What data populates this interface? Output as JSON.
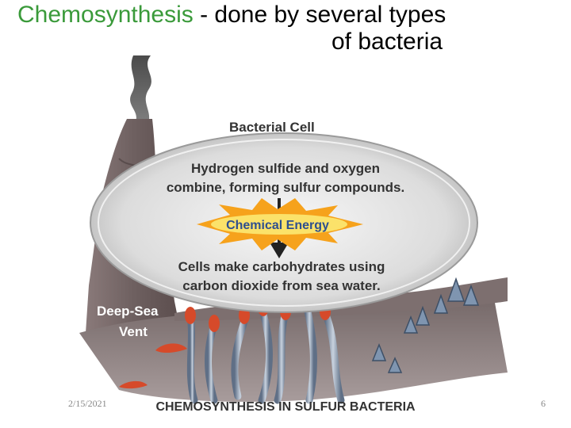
{
  "slide": {
    "title_highlight": "Chemosynthesis",
    "title_rest_line1": " - done by several types",
    "title_line2": "of bacteria",
    "date": "2/15/2021",
    "page_number": "6"
  },
  "diagram": {
    "heading": "Bacterial Cell",
    "top_text_line1": "Hydrogen sulfide and oxygen",
    "top_text_line2": "combine, forming sulfur compounds.",
    "energy_label": "Chemical Energy",
    "bottom_text_line1": "Cells make carbohydrates using",
    "bottom_text_line2": "carbon dioxide from sea water.",
    "vent_label_line1": "Deep-Sea",
    "vent_label_line2": "Vent",
    "caption": "CHEMOSYNTHESIS IN SULFUR BACTERIA"
  },
  "colors": {
    "title_highlight": "#3a9a3a",
    "energy_star": "#f6a21c",
    "energy_text": "#2e4f8f",
    "label_text": "#333333",
    "tube_worm_tips": "#d64a2a"
  }
}
